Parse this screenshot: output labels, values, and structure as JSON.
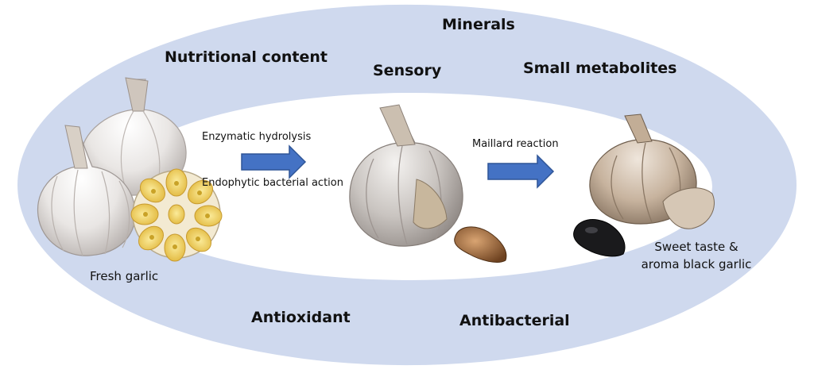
{
  "outer_ring_labels": {
    "minerals": "Minerals",
    "nutritional_content": "Nutritional content",
    "sensory": "Sensory",
    "small_metabolites": "Small metabolites",
    "antioxidant": "Antioxidant",
    "antibacterial": "Antibacterial"
  },
  "process": {
    "step1_line1": "Enzymatic hydrolysis",
    "step1_line2": "Endophytic bacterial action",
    "step2": "Maillard reaction"
  },
  "captions": {
    "fresh_garlic": "Fresh garlic",
    "black_garlic_line1": "Sweet taste &",
    "black_garlic_line2": "aroma black garlic"
  },
  "colors": {
    "ring_fill": "#cfd9ee",
    "arrow_fill": "#4472c4",
    "arrow_stroke": "#2f5597"
  }
}
